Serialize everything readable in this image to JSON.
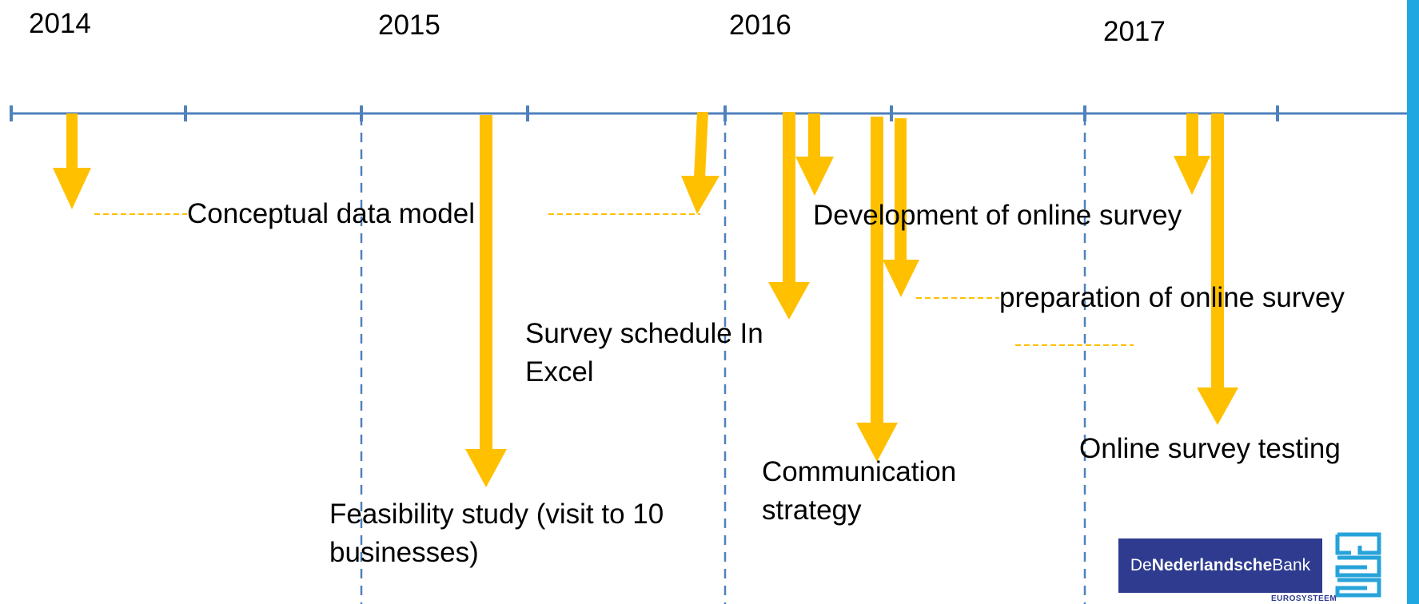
{
  "years": [
    "2014",
    "2015",
    "2016",
    "2017"
  ],
  "milestones": {
    "conceptual": "Conceptual data model",
    "feasibility": "Feasibility study (visit to 10 businesses)",
    "schedule": "Survey schedule In Excel",
    "development": "Development of online survey",
    "communication": "Communication strategy",
    "preparation": "preparation of online survey",
    "testing": "Online survey testing"
  },
  "logos": {
    "dnb_part1": "De",
    "dnb_part2": "Nederlandsche",
    "dnb_part3": "Bank",
    "eurosysteem": "EUROSYSTEEM",
    "cbs_icon": "cbs-logo-icon"
  },
  "colors": {
    "axis": "#4f81bd",
    "arrow": "#ffc000",
    "right_bar": "#1ea7e1",
    "dnb": "#2e3b8f",
    "cbs": "#27a3d9"
  }
}
